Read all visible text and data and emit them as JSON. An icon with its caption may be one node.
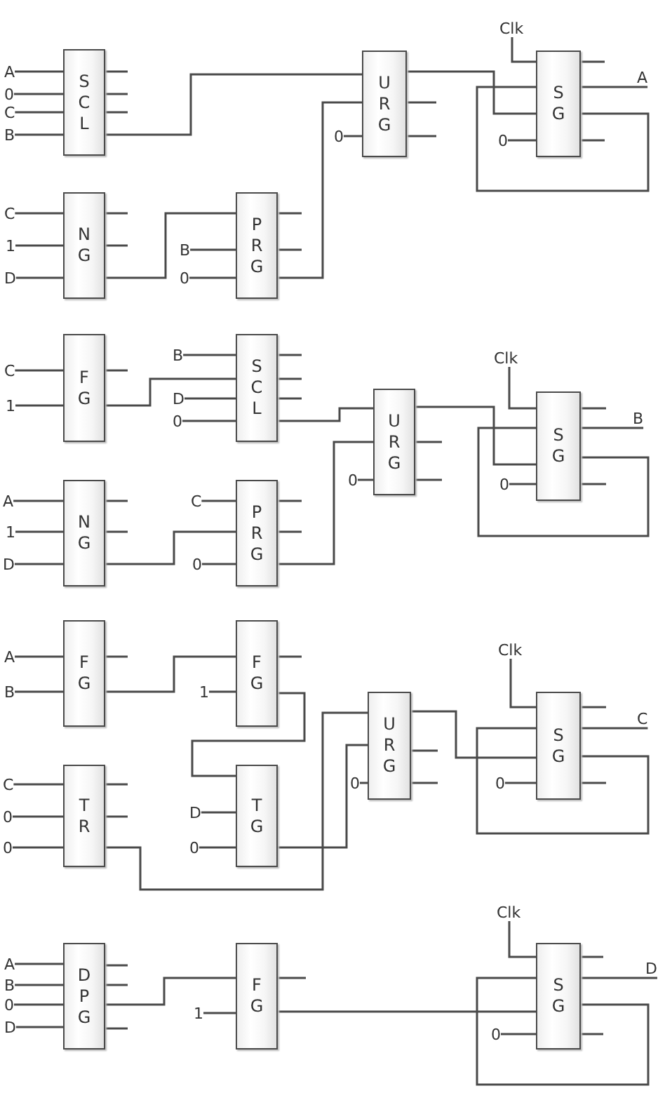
{
  "diagram": {
    "nodes": [
      {
        "text": [
          "A"
        ]
      },
      {
        "text": [
          "0"
        ]
      },
      {
        "text": [
          "C"
        ]
      },
      {
        "text": [
          "B"
        ]
      },
      {
        "text": [
          "S C L"
        ]
      },
      {
        "text": [
          "C"
        ]
      },
      {
        "text": [
          "1"
        ]
      },
      {
        "text": [
          "D"
        ]
      },
      {
        "text": [
          "N G"
        ]
      },
      {
        "text": [
          "B"
        ]
      },
      {
        "text": [
          "0"
        ]
      },
      {
        "text": [
          "P R G"
        ]
      },
      {
        "text": [
          "0"
        ]
      },
      {
        "text": [
          "U R G"
        ]
      },
      {
        "text": [
          "Clk"
        ]
      },
      {
        "text": [
          "0"
        ]
      },
      {
        "text": [
          "S G"
        ]
      },
      {
        "text": [
          "A"
        ]
      },
      {
        "text": [
          "C"
        ]
      },
      {
        "text": [
          "1"
        ]
      },
      {
        "text": [
          "F G"
        ]
      },
      {
        "text": [
          "B"
        ]
      },
      {
        "text": [
          "D"
        ]
      },
      {
        "text": [
          "0"
        ]
      },
      {
        "text": [
          "S C L"
        ]
      },
      {
        "text": [
          "A"
        ]
      },
      {
        "text": [
          "1"
        ]
      },
      {
        "text": [
          "D"
        ]
      },
      {
        "text": [
          "N G"
        ]
      },
      {
        "text": [
          "C"
        ]
      },
      {
        "text": [
          "0"
        ]
      },
      {
        "text": [
          "P R G"
        ]
      },
      {
        "text": [
          "0"
        ]
      },
      {
        "text": [
          "U R G"
        ]
      },
      {
        "text": [
          "Clk"
        ]
      },
      {
        "text": [
          "0"
        ]
      },
      {
        "text": [
          "S G"
        ]
      },
      {
        "text": [
          "B"
        ]
      },
      {
        "text": [
          "A"
        ]
      },
      {
        "text": [
          "B"
        ]
      },
      {
        "text": [
          "F G"
        ]
      },
      {
        "text": [
          "1"
        ]
      },
      {
        "text": [
          "F G"
        ]
      },
      {
        "text": [
          "C"
        ]
      },
      {
        "text": [
          "0"
        ]
      },
      {
        "text": [
          "0"
        ]
      },
      {
        "text": [
          "T R"
        ]
      },
      {
        "text": [
          "D"
        ]
      },
      {
        "text": [
          "0"
        ]
      },
      {
        "text": [
          "T G"
        ]
      },
      {
        "text": [
          "0"
        ]
      },
      {
        "text": [
          "U R G"
        ]
      },
      {
        "text": [
          "Clk"
        ]
      },
      {
        "text": [
          "0"
        ]
      },
      {
        "text": [
          "S G"
        ]
      },
      {
        "text": [
          "C"
        ]
      },
      {
        "text": [
          "A"
        ]
      },
      {
        "text": [
          "B"
        ]
      },
      {
        "text": [
          "0"
        ]
      },
      {
        "text": [
          "D"
        ]
      },
      {
        "text": [
          "D P G"
        ]
      },
      {
        "text": [
          "1"
        ]
      },
      {
        "text": [
          "F G"
        ]
      },
      {
        "text": [
          "Clk"
        ]
      },
      {
        "text": [
          "0"
        ]
      },
      {
        "text": [
          "S G"
        ]
      },
      {
        "text": [
          "D"
        ]
      }
    ],
    "edges": [
      {
        "from": 0,
        "to": 4,
        "arrow": "none"
      },
      {
        "from": 1,
        "to": 4,
        "arrow": "none"
      },
      {
        "from": 2,
        "to": 4,
        "arrow": "none"
      },
      {
        "from": 3,
        "to": 4,
        "arrow": "none"
      },
      {
        "from": 5,
        "to": 8,
        "arrow": "none"
      },
      {
        "from": 6,
        "to": 8,
        "arrow": "none"
      },
      {
        "from": 7,
        "to": 8,
        "arrow": "none"
      },
      {
        "from": 9,
        "to": 11,
        "arrow": "none"
      },
      {
        "from": 10,
        "to": 11,
        "arrow": "none"
      },
      {
        "from": 4,
        "to": 13,
        "arrow": "none"
      },
      {
        "from": 8,
        "to": 11,
        "arrow": "none"
      },
      {
        "from": 11,
        "to": 13,
        "arrow": "none"
      },
      {
        "from": 12,
        "to": 13,
        "arrow": "none"
      },
      {
        "from": 13,
        "to": 16,
        "arrow": "none"
      },
      {
        "from": 14,
        "to": 16,
        "arrow": "none"
      },
      {
        "from": 15,
        "to": 16,
        "arrow": "none"
      },
      {
        "from": 16,
        "to": 16,
        "arrow": "none"
      },
      {
        "from": 16,
        "to": 17,
        "arrow": "none"
      },
      {
        "from": 18,
        "to": 20,
        "arrow": "none"
      },
      {
        "from": 19,
        "to": 20,
        "arrow": "none"
      },
      {
        "from": 20,
        "to": 24,
        "arrow": "none"
      },
      {
        "from": 21,
        "to": 24,
        "arrow": "none"
      },
      {
        "from": 22,
        "to": 24,
        "arrow": "none"
      },
      {
        "from": 23,
        "to": 24,
        "arrow": "none"
      },
      {
        "from": 25,
        "to": 28,
        "arrow": "none"
      },
      {
        "from": 26,
        "to": 28,
        "arrow": "none"
      },
      {
        "from": 27,
        "to": 28,
        "arrow": "none"
      },
      {
        "from": 28,
        "to": 31,
        "arrow": "none"
      },
      {
        "from": 29,
        "to": 31,
        "arrow": "none"
      },
      {
        "from": 30,
        "to": 31,
        "arrow": "none"
      },
      {
        "from": 24,
        "to": 33,
        "arrow": "none"
      },
      {
        "from": 31,
        "to": 33,
        "arrow": "none"
      },
      {
        "from": 32,
        "to": 33,
        "arrow": "none"
      },
      {
        "from": 33,
        "to": 36,
        "arrow": "none"
      },
      {
        "from": 34,
        "to": 36,
        "arrow": "none"
      },
      {
        "from": 35,
        "to": 36,
        "arrow": "none"
      },
      {
        "from": 36,
        "to": 36,
        "arrow": "none"
      },
      {
        "from": 36,
        "to": 37,
        "arrow": "none"
      },
      {
        "from": 38,
        "to": 40,
        "arrow": "none"
      },
      {
        "from": 39,
        "to": 40,
        "arrow": "none"
      },
      {
        "from": 40,
        "to": 42,
        "arrow": "none"
      },
      {
        "from": 41,
        "to": 42,
        "arrow": "none"
      },
      {
        "from": 43,
        "to": 46,
        "arrow": "none"
      },
      {
        "from": 44,
        "to": 46,
        "arrow": "none"
      },
      {
        "from": 45,
        "to": 46,
        "arrow": "none"
      },
      {
        "from": 42,
        "to": 49,
        "arrow": "none"
      },
      {
        "from": 47,
        "to": 49,
        "arrow": "none"
      },
      {
        "from": 48,
        "to": 49,
        "arrow": "none"
      },
      {
        "from": 46,
        "to": 51,
        "arrow": "none"
      },
      {
        "from": 49,
        "to": 51,
        "arrow": "none"
      },
      {
        "from": 50,
        "to": 51,
        "arrow": "none"
      },
      {
        "from": 51,
        "to": 54,
        "arrow": "none"
      },
      {
        "from": 52,
        "to": 54,
        "arrow": "none"
      },
      {
        "from": 53,
        "to": 54,
        "arrow": "none"
      },
      {
        "from": 54,
        "to": 54,
        "arrow": "none"
      },
      {
        "from": 54,
        "to": 55,
        "arrow": "none"
      },
      {
        "from": 56,
        "to": 60,
        "arrow": "none"
      },
      {
        "from": 57,
        "to": 60,
        "arrow": "none"
      },
      {
        "from": 58,
        "to": 60,
        "arrow": "none"
      },
      {
        "from": 59,
        "to": 60,
        "arrow": "none"
      },
      {
        "from": 60,
        "to": 62,
        "arrow": "none"
      },
      {
        "from": 61,
        "to": 62,
        "arrow": "none"
      },
      {
        "from": 62,
        "to": 65,
        "arrow": "none"
      },
      {
        "from": 63,
        "to": 65,
        "arrow": "none"
      },
      {
        "from": 64,
        "to": 65,
        "arrow": "none"
      },
      {
        "from": 65,
        "to": 65,
        "arrow": "none"
      },
      {
        "from": 65,
        "to": 66,
        "arrow": "none"
      }
    ]
  }
}
